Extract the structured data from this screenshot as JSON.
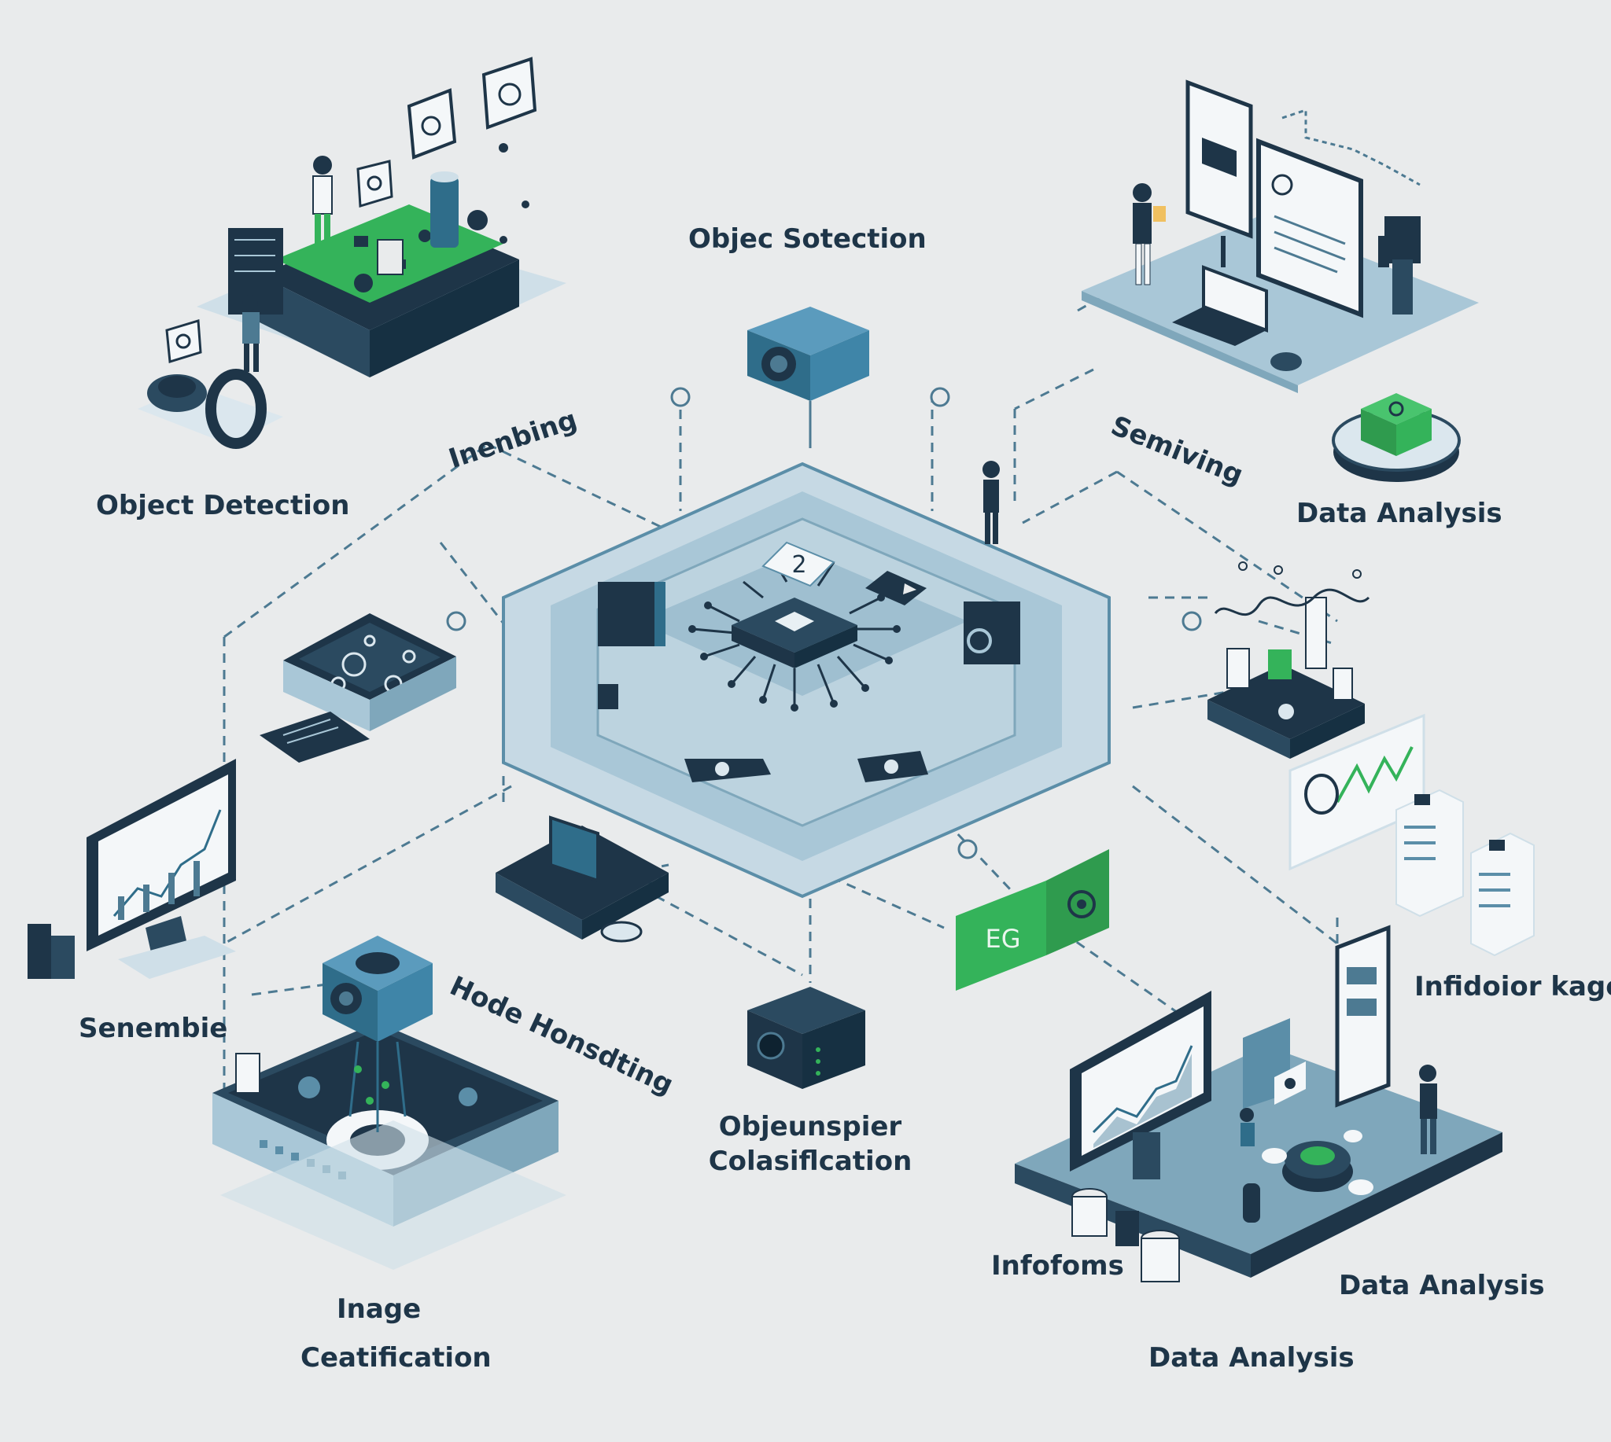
{
  "palette": {
    "background": "#e9ebec",
    "navy": "#1e3548",
    "teal": "#2f6d8a",
    "steel": "#5b8ea8",
    "light_blue": "#a9c7d7",
    "pale_blue": "#cfdfe8",
    "green": "#34b35a",
    "line": "#4d7a92"
  },
  "labels": {
    "object_detection": "Object Detection",
    "objec_sotection": "Objec Sotection",
    "inenbing": "Inenbing",
    "semiving": "Semiving",
    "data_analysis_top": "Data Analysis",
    "senembie": "Senembie",
    "hode_honsdting": "Hode Honsdting",
    "objeunspier": "Objeunspier",
    "colasification": "Colasiflcation",
    "inferior_kage": "Infidoior kage",
    "infofoms": "Infofoms",
    "data_analysis_right": "Data Analysis",
    "data_analysis_bottom": "Data Analysis",
    "image": "Inage",
    "ceatification": "Ceatification"
  },
  "icons": {
    "center_chip": "cpu-chip-icon",
    "chip_badge": "2",
    "top_camera": "camera-icon",
    "bottom_camera": "camera-icon",
    "green_panel_text": "EG"
  }
}
